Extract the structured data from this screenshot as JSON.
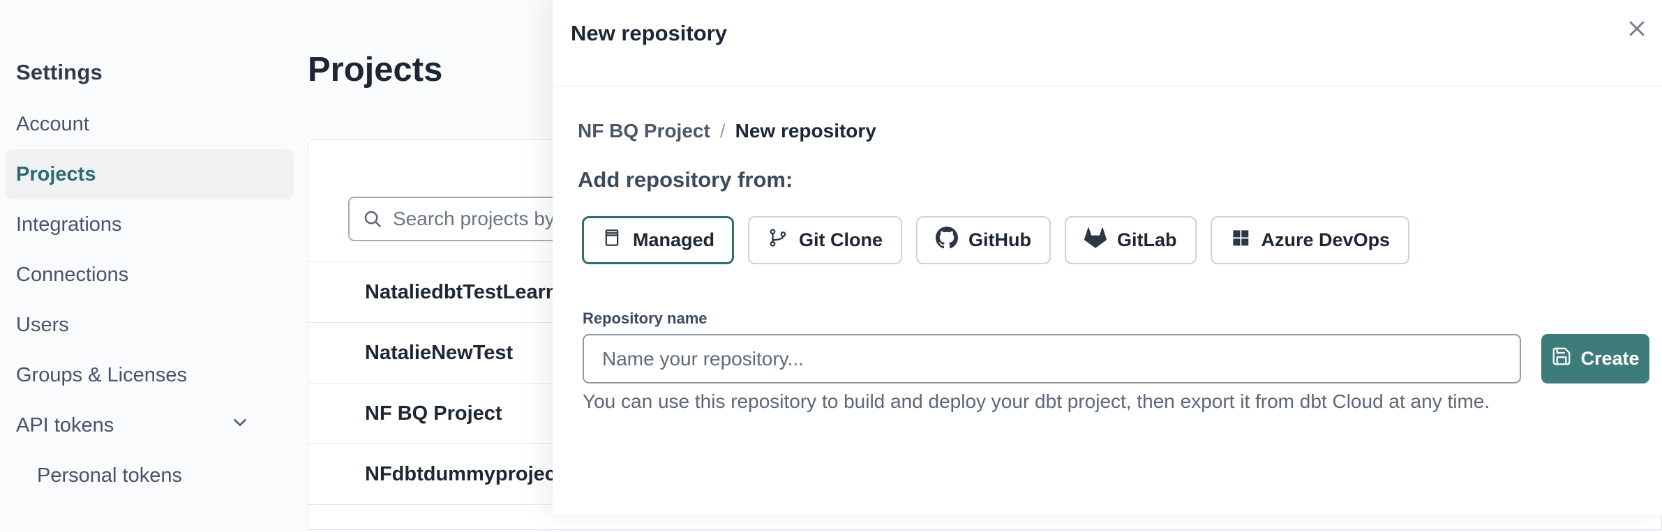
{
  "sidebar": {
    "title": "Settings",
    "items": [
      {
        "label": "Account"
      },
      {
        "label": "Projects"
      },
      {
        "label": "Integrations"
      },
      {
        "label": "Connections"
      },
      {
        "label": "Users"
      },
      {
        "label": "Groups & Licenses"
      },
      {
        "label": "API tokens"
      },
      {
        "label": "Personal tokens"
      }
    ]
  },
  "main": {
    "title": "Projects",
    "search": {
      "placeholder": "Search projects by name...",
      "value": ""
    },
    "projects": [
      {
        "name": "NataliedbtTestLearn T"
      },
      {
        "name": "NatalieNewTest"
      },
      {
        "name": "NF BQ Project"
      },
      {
        "name": "NFdbtdummyproject"
      }
    ]
  },
  "modal": {
    "title": "New repository",
    "breadcrumb": {
      "parent": "NF BQ Project",
      "separator": "/",
      "current": "New repository"
    },
    "heading": "Add repository from:",
    "sources": [
      {
        "label": "Managed",
        "icon": "repo-icon",
        "selected": true
      },
      {
        "label": "Git Clone",
        "icon": "git-branch-icon",
        "selected": false
      },
      {
        "label": "GitHub",
        "icon": "github-icon",
        "selected": false
      },
      {
        "label": "GitLab",
        "icon": "gitlab-icon",
        "selected": false
      },
      {
        "label": "Azure DevOps",
        "icon": "azure-devops-icon",
        "selected": false
      }
    ],
    "repository_name": {
      "label": "Repository name",
      "placeholder": "Name your repository...",
      "value": ""
    },
    "create_button": {
      "label": "Create",
      "icon": "save-icon"
    },
    "helper_text": "You can use this repository to build and deploy your dbt project, then export it from dbt Cloud at any time."
  },
  "colors": {
    "accent_teal_border": "#2e6e6e",
    "create_button_bg": "#3e7c7b",
    "active_item_text": "#2b6b72",
    "text_dark": "#1d2734",
    "text_slate": "#46536a",
    "text_gray": "#5f6b7a",
    "divider": "#e6e9ed",
    "page_bg": "#fafbfc"
  }
}
